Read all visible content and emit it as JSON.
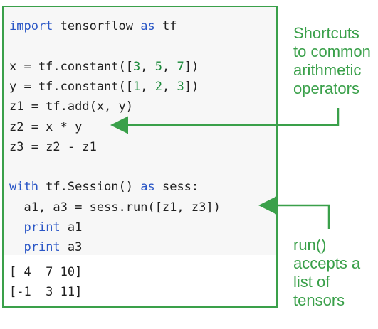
{
  "code_lines": [
    {
      "parts": [
        {
          "kw": "import"
        },
        {
          "t": " tensorflow "
        },
        {
          "kw": "as"
        },
        {
          "t": " tf"
        }
      ]
    },
    {
      "parts": []
    },
    {
      "parts": [
        {
          "t": "x = tf.constant(["
        },
        {
          "num": "3"
        },
        {
          "t": ", "
        },
        {
          "num": "5"
        },
        {
          "t": ", "
        },
        {
          "num": "7"
        },
        {
          "t": "])"
        }
      ]
    },
    {
      "parts": [
        {
          "t": "y = tf.constant(["
        },
        {
          "num": "1"
        },
        {
          "t": ", "
        },
        {
          "num": "2"
        },
        {
          "t": ", "
        },
        {
          "num": "3"
        },
        {
          "t": "])"
        }
      ]
    },
    {
      "parts": [
        {
          "t": "z1 = tf.add(x, y)"
        }
      ]
    },
    {
      "parts": [
        {
          "t": "z2 = x * y"
        }
      ]
    },
    {
      "parts": [
        {
          "t": "z3 = z2 - z1"
        }
      ]
    },
    {
      "parts": []
    },
    {
      "parts": [
        {
          "kw": "with"
        },
        {
          "t": " tf.Session() "
        },
        {
          "kw": "as"
        },
        {
          "t": " sess:"
        }
      ]
    },
    {
      "parts": [
        {
          "t": "  a1, a3 = sess.run([z1, z3])"
        }
      ]
    },
    {
      "parts": [
        {
          "t": "  "
        },
        {
          "kw": "print"
        },
        {
          "t": " a1"
        }
      ]
    },
    {
      "parts": [
        {
          "t": "  "
        },
        {
          "kw": "print"
        },
        {
          "t": " a3"
        }
      ]
    }
  ],
  "output_lines": [
    "[ 4  7 10]",
    "[-1  3 11]"
  ],
  "annotations": {
    "shortcuts": "Shortcuts\nto common\narithmetic\noperators",
    "run": "run()\naccepts a\nlist of\ntensors"
  },
  "colors": {
    "accent": "#3aa04a",
    "keyword": "#2a56c6",
    "number": "#1a8a3a"
  }
}
